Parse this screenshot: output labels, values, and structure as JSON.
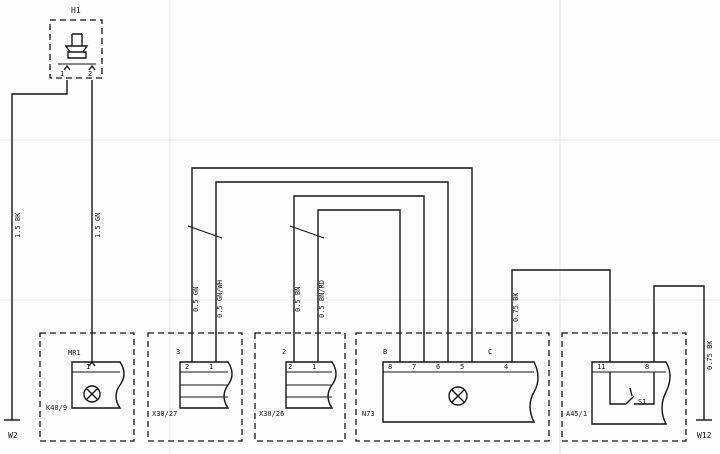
{
  "components": {
    "h1": {
      "label": "H1",
      "pin_left": "1",
      "pin_right": "2"
    },
    "k40_9": {
      "label": "K40/9",
      "connector": "MR1",
      "pin": "1"
    },
    "x30_27": {
      "label": "X30/27",
      "connector": "3",
      "pins": [
        "2",
        "1"
      ]
    },
    "x30_26": {
      "label": "X30/26",
      "connector": "2",
      "pins": [
        "2",
        "1"
      ]
    },
    "n73": {
      "label": "N73",
      "connector_b": "B",
      "connector_c": "C",
      "pins_b": [
        "8",
        "7",
        "6",
        "5"
      ],
      "pin_c": "4"
    },
    "a45_1": {
      "label": "A45/1",
      "pins": [
        "11",
        "8"
      ],
      "switch": "S1"
    }
  },
  "wires": {
    "w_15bk": "1.5 BK",
    "w_15gn": "1.5 GN",
    "w_05gn": "0.5 GN",
    "w_05gnwh": "0.5 GN/WH",
    "w_05bn": "0.5 BN",
    "w_05bnrd": "0.5 BN/RD",
    "w_075bk_a": "0.75 BK",
    "w_075bk_b": "0.75 BK"
  },
  "grounds": {
    "left": "W2",
    "right": "W12"
  }
}
